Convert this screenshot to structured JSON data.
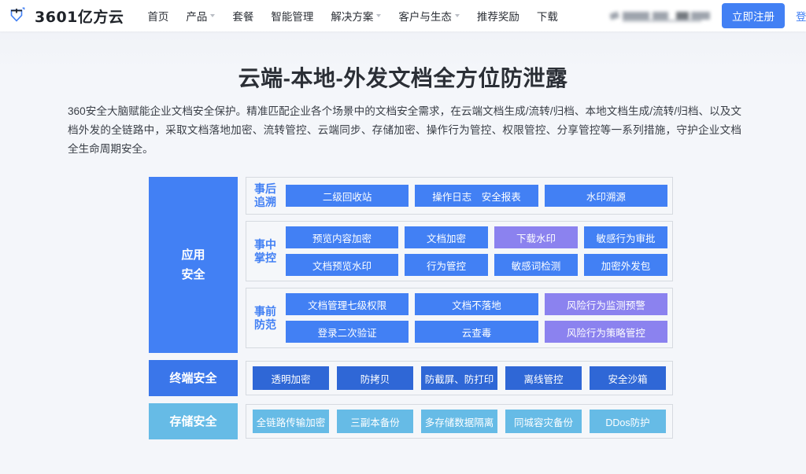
{
  "header": {
    "logo_text": "3601亿方云",
    "logo_icon": "shield-logo-icon",
    "nav": [
      {
        "label": "首页",
        "caret": false
      },
      {
        "label": "产品",
        "caret": true
      },
      {
        "label": "套餐",
        "caret": false
      },
      {
        "label": "智能管理",
        "caret": false
      },
      {
        "label": "解决方案",
        "caret": true
      },
      {
        "label": "客户与生态",
        "caret": true
      },
      {
        "label": "推荐奖励",
        "caret": false
      },
      {
        "label": "下载",
        "caret": false
      }
    ],
    "redacted_label": "",
    "register_label": "立即注册",
    "login_label": "登录"
  },
  "hero": {
    "title": "云端-本地-外发文档全方位防泄露",
    "description": "360安全大脑赋能企业文档安全保护。精准匹配企业各个场景中的文档安全需求，在云端文档生成/流转/归档、本地文档生成/流转/归档、以及文档外发的全链路中，采取文档落地加密、流转管控、云端同步、存储加密、操作行为管控、权限管控、分享管控等一系列措施，守护企业文档全生命周期安全。"
  },
  "diagram": {
    "app_security_label": "应用\n安全",
    "app_security_line1": "应用",
    "app_security_line2": "安全",
    "groups": [
      {
        "label_line1": "事后",
        "label_line2": "追溯",
        "rows": [
          [
            {
              "text": "二级回收站",
              "color": "blue",
              "flex": 1.02
            },
            {
              "text": "操作日志　安全报表",
              "color": "blue",
              "flex": 1.02
            },
            {
              "text": "水印溯源",
              "color": "blue",
              "flex": 1.02
            }
          ]
        ]
      },
      {
        "label_line1": "事中",
        "label_line2": "掌控",
        "rows": [
          [
            {
              "text": "预览内容加密",
              "color": "blue",
              "flex": 1.35
            },
            {
              "text": "文档加密",
              "color": "blue",
              "flex": 1
            },
            {
              "text": "下载水印",
              "color": "purple",
              "flex": 1
            },
            {
              "text": "敏感行为审批",
              "color": "blue",
              "flex": 1
            }
          ],
          [
            {
              "text": "文档预览水印",
              "color": "blue",
              "flex": 1.35
            },
            {
              "text": "行为管控",
              "color": "blue",
              "flex": 1
            },
            {
              "text": "敏感词检测",
              "color": "blue",
              "flex": 1
            },
            {
              "text": "加密外发包",
              "color": "blue",
              "flex": 1
            }
          ]
        ]
      },
      {
        "label_line1": "事前",
        "label_line2": "防范",
        "rows": [
          [
            {
              "text": "文档管理七级权限",
              "color": "blue",
              "flex": 1
            },
            {
              "text": "文档不落地",
              "color": "blue",
              "flex": 1
            },
            {
              "text": "风险行为监测预警",
              "color": "purple",
              "flex": 1
            }
          ],
          [
            {
              "text": "登录二次验证",
              "color": "blue",
              "flex": 1
            },
            {
              "text": "云查毒",
              "color": "blue",
              "flex": 1
            },
            {
              "text": "风险行为策略管控",
              "color": "purple",
              "flex": 1
            }
          ]
        ]
      }
    ],
    "terminal_security": {
      "label": "终端安全",
      "items": [
        {
          "text": "透明加密",
          "color": "dark"
        },
        {
          "text": "防拷贝",
          "color": "dark"
        },
        {
          "text": "防截屏、防打印",
          "color": "dark"
        },
        {
          "text": "离线管控",
          "color": "dark"
        },
        {
          "text": "安全沙箱",
          "color": "dark"
        }
      ]
    },
    "storage_security": {
      "label": "存储安全",
      "items": [
        {
          "text": "全链路传输加密",
          "color": "light"
        },
        {
          "text": "三副本备份",
          "color": "light"
        },
        {
          "text": "多存储数据隔离",
          "color": "light"
        },
        {
          "text": "同城容灾备份",
          "color": "light"
        },
        {
          "text": "DDos防护",
          "color": "light"
        }
      ]
    }
  },
  "colors": {
    "primary_blue": "#4280f4",
    "dark_blue": "#2f67d6",
    "purple": "#8b82ef",
    "light_blue": "#66bbe6",
    "page_bg": "#f4f6fa",
    "group_bg": "#f5f7fa"
  }
}
